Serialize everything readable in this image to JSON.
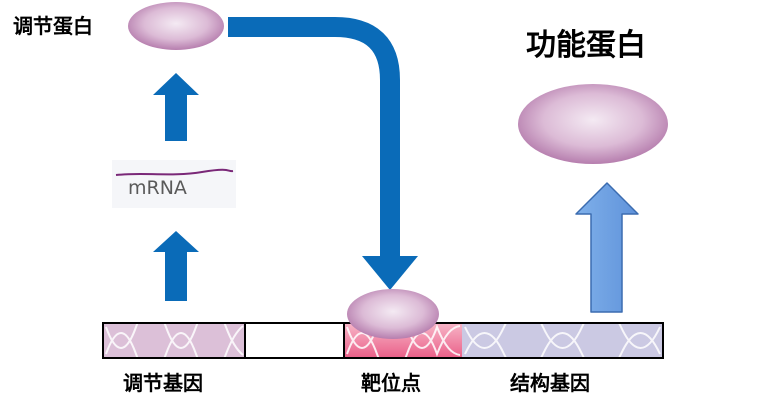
{
  "labels": {
    "regulatory_protein": "调节蛋白",
    "functional_protein": "功能蛋白",
    "mrna": "mRNA",
    "regulatory_gene": "调节基因",
    "target_site": "靶位点",
    "structural_gene": "结构基因"
  },
  "colors": {
    "flow_arrow": "#0a6bb8",
    "expression_arrow": "#6a9de0",
    "arrow_outline": "#3b6cb0",
    "protein_light": "#f4eaf3",
    "protein_dark": "#b67eae",
    "regulatory_gene_fill": "#dcc0d8",
    "target_site_fill": "#ee6f94",
    "structural_gene_fill": "#c9c7e2",
    "dna_strand": "#ffffff",
    "mrna_strand": "#7a2878"
  }
}
